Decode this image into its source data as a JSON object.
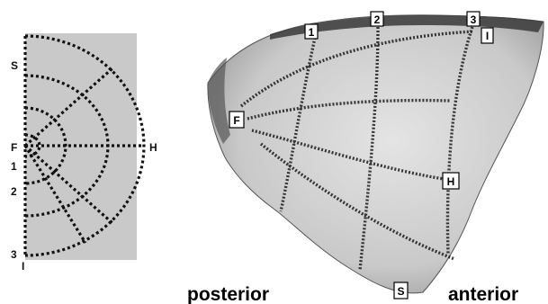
{
  "schematic": {
    "side_labels": [
      "S",
      "F",
      "1",
      "2",
      "3",
      "I"
    ],
    "right_label": "H"
  },
  "photo": {
    "markers": [
      "1",
      "2",
      "3",
      "I",
      "F",
      "H",
      "S"
    ]
  },
  "captions": {
    "posterior": "posterior",
    "anterior": "anterior"
  }
}
